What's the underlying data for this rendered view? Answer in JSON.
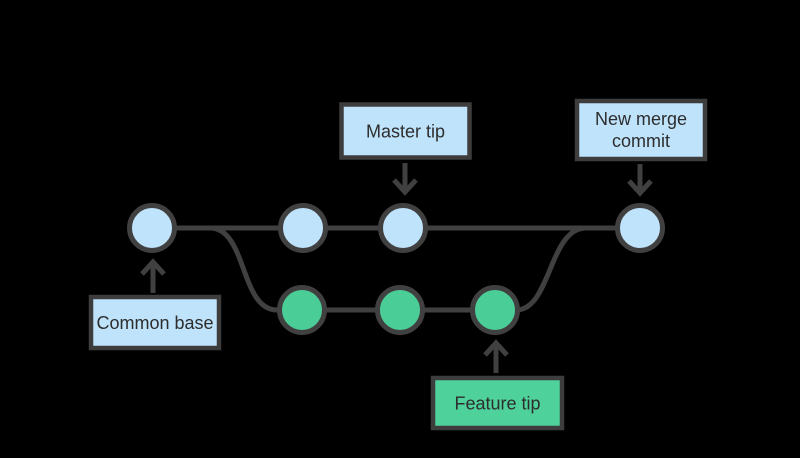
{
  "diagram": {
    "description": "Git merge commit diagram showing a feature branch diverging from master at a common base and merging back as a new merge commit",
    "colors": {
      "background": "#000000",
      "line": "#404040",
      "master_commit_fill": "#bee3fb",
      "feature_commit_fill": "#4bcd98",
      "blue_label_fill": "#bee3fb",
      "green_label_fill": "#4fd19c",
      "label_border": "#3d3d3d",
      "label_text": "#2d2d2d"
    },
    "labels": {
      "master_tip": {
        "text": "Master tip"
      },
      "new_merge_commit": {
        "line1": "New merge",
        "line2": "commit"
      },
      "common_base": {
        "text": "Common base"
      },
      "feature_tip": {
        "text": "Feature tip"
      }
    },
    "branches": {
      "master": {
        "commit_count": 4,
        "commits": [
          "common-base",
          "master-commit-2",
          "master-tip",
          "new-merge-commit"
        ]
      },
      "feature": {
        "commit_count": 3,
        "commits": [
          "feature-commit-1",
          "feature-commit-2",
          "feature-tip"
        ]
      }
    }
  }
}
